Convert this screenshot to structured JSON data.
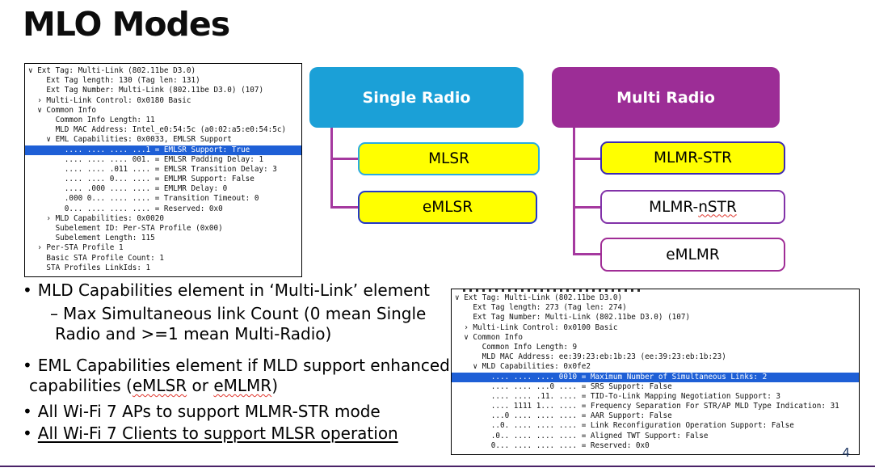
{
  "slide": {
    "title": "MLO Modes",
    "page_number": "4"
  },
  "colors": {
    "single_radio_bg": "#1BA0D7",
    "multi_radio_bg": "#9C2D96",
    "node_yellow": "#FFFF00",
    "mlsr_border": "#29ABE2",
    "emlsr_border": "#2438C8",
    "mlmr_str_border": "#3C2BB3",
    "mlmr_nstr_border": "#8232A8",
    "emlmr_border": "#A02D96",
    "connector": "#A5399F",
    "highlight_row": "#1E5FD6",
    "bottom_rule": "#4A2268",
    "page_number": "#1F3864"
  },
  "tree": {
    "single_radio_label": "Single Radio",
    "multi_radio_label": "Multi Radio",
    "mlsr_label": "MLSR",
    "emlsr_label": "eMLSR",
    "mlmr_str_label": "MLMR-STR",
    "mlmr_nstr_prefix": "MLMR-",
    "mlmr_nstr_spell": "nSTR",
    "emlmr_label": "eMLMR"
  },
  "bullets": {
    "marker": "•",
    "sub_marker": "–",
    "b1": "MLD Capabilities element in ‘Multi-Link’ element",
    "b1_sub": "Max Simultaneous link Count (0 mean Single Radio and >=1 mean Multi-Radio)",
    "b2_pre": "EML Capabilities element if MLD support enhanced capabilities (",
    "b2_spell1": "eMLSR",
    "b2_mid": " or ",
    "b2_spell2": "eMLMR",
    "b2_post": ")",
    "b3": "All Wi-Fi 7 APs to support MLMR-STR mode",
    "b4": "All Wi-Fi 7 Clients to support MLSR operation"
  },
  "capture_left": {
    "lines": [
      "∨ Ext Tag: Multi-Link (802.11be D3.0)",
      "    Ext Tag length: 130 (Tag len: 131)",
      "    Ext Tag Number: Multi-Link (802.11be D3.0) (107)",
      "  › Multi-Link Control: 0x0180 Basic",
      "  ∨ Common Info",
      "      Common Info Length: 11",
      "      MLD MAC Address: Intel_e0:54:5c (a0:02:a5:e0:54:5c)",
      "    ∨ EML Capabilities: 0x0033, EMLSR Support",
      "        .... .... .... ...1 = EMLSR Support: True",
      "        .... .... .... 001. = EMLSR Padding Delay: 1",
      "        .... .... .011 .... = EMLSR Transition Delay: 3",
      "        .... .... 0... .... = EMLMR Support: False",
      "        .... .000 .... .... = EMLMR Delay: 0",
      "        .000 0... .... .... = Transition Timeout: 0",
      "        0... .... .... .... = Reserved: 0x0",
      "    › MLD Capabilities: 0x0020",
      "      Subelement ID: Per-STA Profile (0x00)",
      "      Subelement Length: 115",
      "  › Per-STA Profile 1",
      "    Basic STA Profile Count: 1",
      "    STA Profiles LinkIds: 1"
    ]
  },
  "capture_right": {
    "lines": [
      "∨ Ext Tag: Multi-Link (802.11be D3.0)",
      "    Ext Tag length: 273 (Tag len: 274)",
      "    Ext Tag Number: Multi-Link (802.11be D3.0) (107)",
      "  › Multi-Link Control: 0x0100 Basic",
      "  ∨ Common Info",
      "      Common Info Length: 9",
      "      MLD MAC Address: ee:39:23:eb:1b:23 (ee:39:23:eb:1b:23)",
      "    ∨ MLD Capabilities: 0x0fe2",
      "        .... .... .... 0010 = Maximum Number of Simultaneous Links: 2",
      "        .... .... ...0 .... = SRS Support: False",
      "        .... .... .11. .... = TID-To-Link Mapping Negotiation Support: 3",
      "        .... 1111 1... .... = Frequency Separation For STR/AP MLD Type Indication: 31",
      "        ...0 .... .... .... = AAR Support: False",
      "        ..0. .... .... .... = Link Reconfiguration Operation Support: False",
      "        .0.. .... .... .... = Aligned TWT Support: False",
      "        0... .... .... .... = Reserved: 0x0"
    ]
  }
}
